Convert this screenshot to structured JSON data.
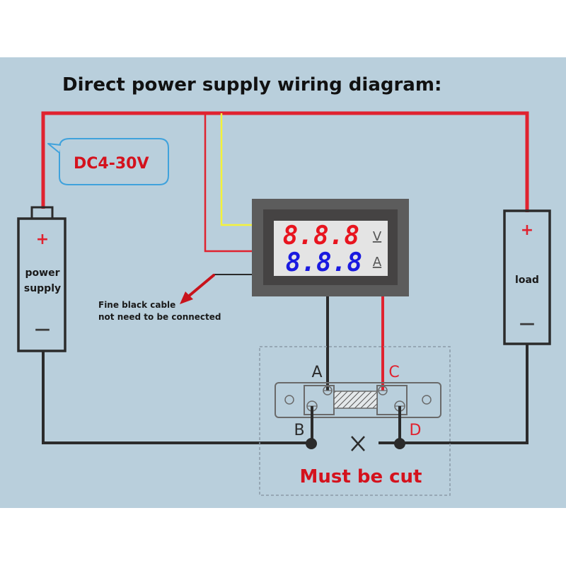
{
  "title": "Direct power supply wiring diagram:",
  "callout": {
    "text": "DC4-30V"
  },
  "power_supply": {
    "label_line1": "power",
    "label_line2": "supply",
    "plus": "+",
    "minus": "—"
  },
  "load": {
    "label": "load",
    "plus": "+",
    "minus": "—"
  },
  "meter": {
    "voltage_display": "8.8.8",
    "voltage_unit": "V",
    "current_display": "8.8.8",
    "current_unit": "A"
  },
  "note": {
    "line1": "Fine black cable",
    "line2": "not need to be connected"
  },
  "shunt_terminals": {
    "a": "A",
    "b": "B",
    "c": "C",
    "d": "D"
  },
  "cut_mark": "×",
  "cut_label": "Must be cut",
  "colors": {
    "background": "#b9cfdc",
    "wire_red": "#e0222f",
    "wire_yellow": "#f4f23a",
    "wire_black": "#2b2b2b",
    "callout_border": "#3fa2dc",
    "label_red": "#d4121d",
    "voltage_digits": "#e8141e",
    "current_digits": "#1a1ae0"
  }
}
